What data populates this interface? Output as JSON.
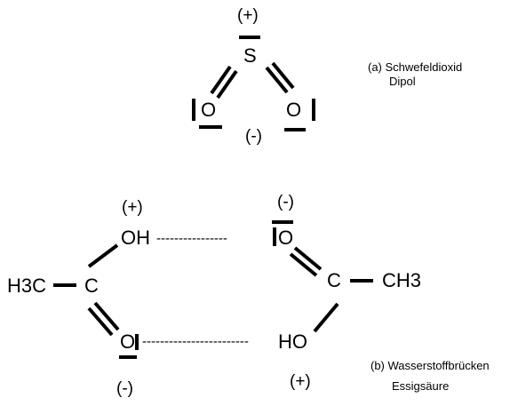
{
  "diagram_a": {
    "charge_top": "(+)",
    "atom_s": "S",
    "atom_o_left": "O",
    "atom_o_right": "O",
    "charge_bottom": "(-)",
    "caption_line1": "(a) Schwefeldioxid",
    "caption_line2": "Dipol"
  },
  "diagram_b": {
    "charge_top_left": "(+)",
    "charge_top_right": "(-)",
    "group_oh_top": "OH",
    "dashes_top": "----------------",
    "atom_o_top_right": "O",
    "group_h3c": "H3C",
    "atom_c_left": "C",
    "atom_c_right": "C",
    "group_ch3": "CH3",
    "atom_o_bottom_left": "O",
    "dashes_bottom": "------------------------",
    "group_ho_bottom": "HO",
    "charge_bottom_left": "(-)",
    "charge_bottom_right": "(+)",
    "caption_line1": "(b) Wasserstoffbrücken",
    "caption_line2": "Essigsäure"
  },
  "colors": {
    "ink": "#000000",
    "background": "#ffffff"
  }
}
